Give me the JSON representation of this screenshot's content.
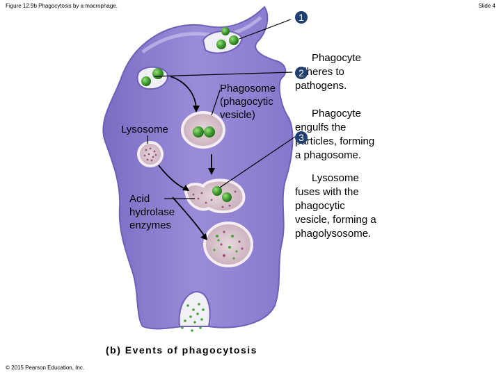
{
  "header": {
    "figure_title": "Figure 12.9b Phagocytosis by a macrophage.",
    "slide_label": "Slide 4"
  },
  "labels": {
    "phagosome": "Phagosome\n(phagocytic\nvesicle)",
    "lysosome": "Lysosome",
    "acid_hydrolase": "Acid\nhydrolase\nenzymes"
  },
  "steps": [
    {
      "number": "1",
      "text": "Phagocyte\nadheres to\npathogens."
    },
    {
      "number": "2",
      "text": "Phagocyte\nengulfs the\nparticles, forming\na phagosome."
    },
    {
      "number": "3",
      "text": "Lysosome\nfuses with the\nphagocytic\nvesicle, forming a\nphagolysosome."
    }
  ],
  "caption": "(b) Events of phagocytosis",
  "copyright": "© 2015 Pearson Education, Inc.",
  "colors": {
    "cell": "#8f7fd0",
    "cell_light": "#b3a8e4",
    "vesicle": "#d8c3cc",
    "pathogen": "#4aa23a",
    "enzyme": "#a0607f",
    "step_badge": "#1f3f6e"
  }
}
